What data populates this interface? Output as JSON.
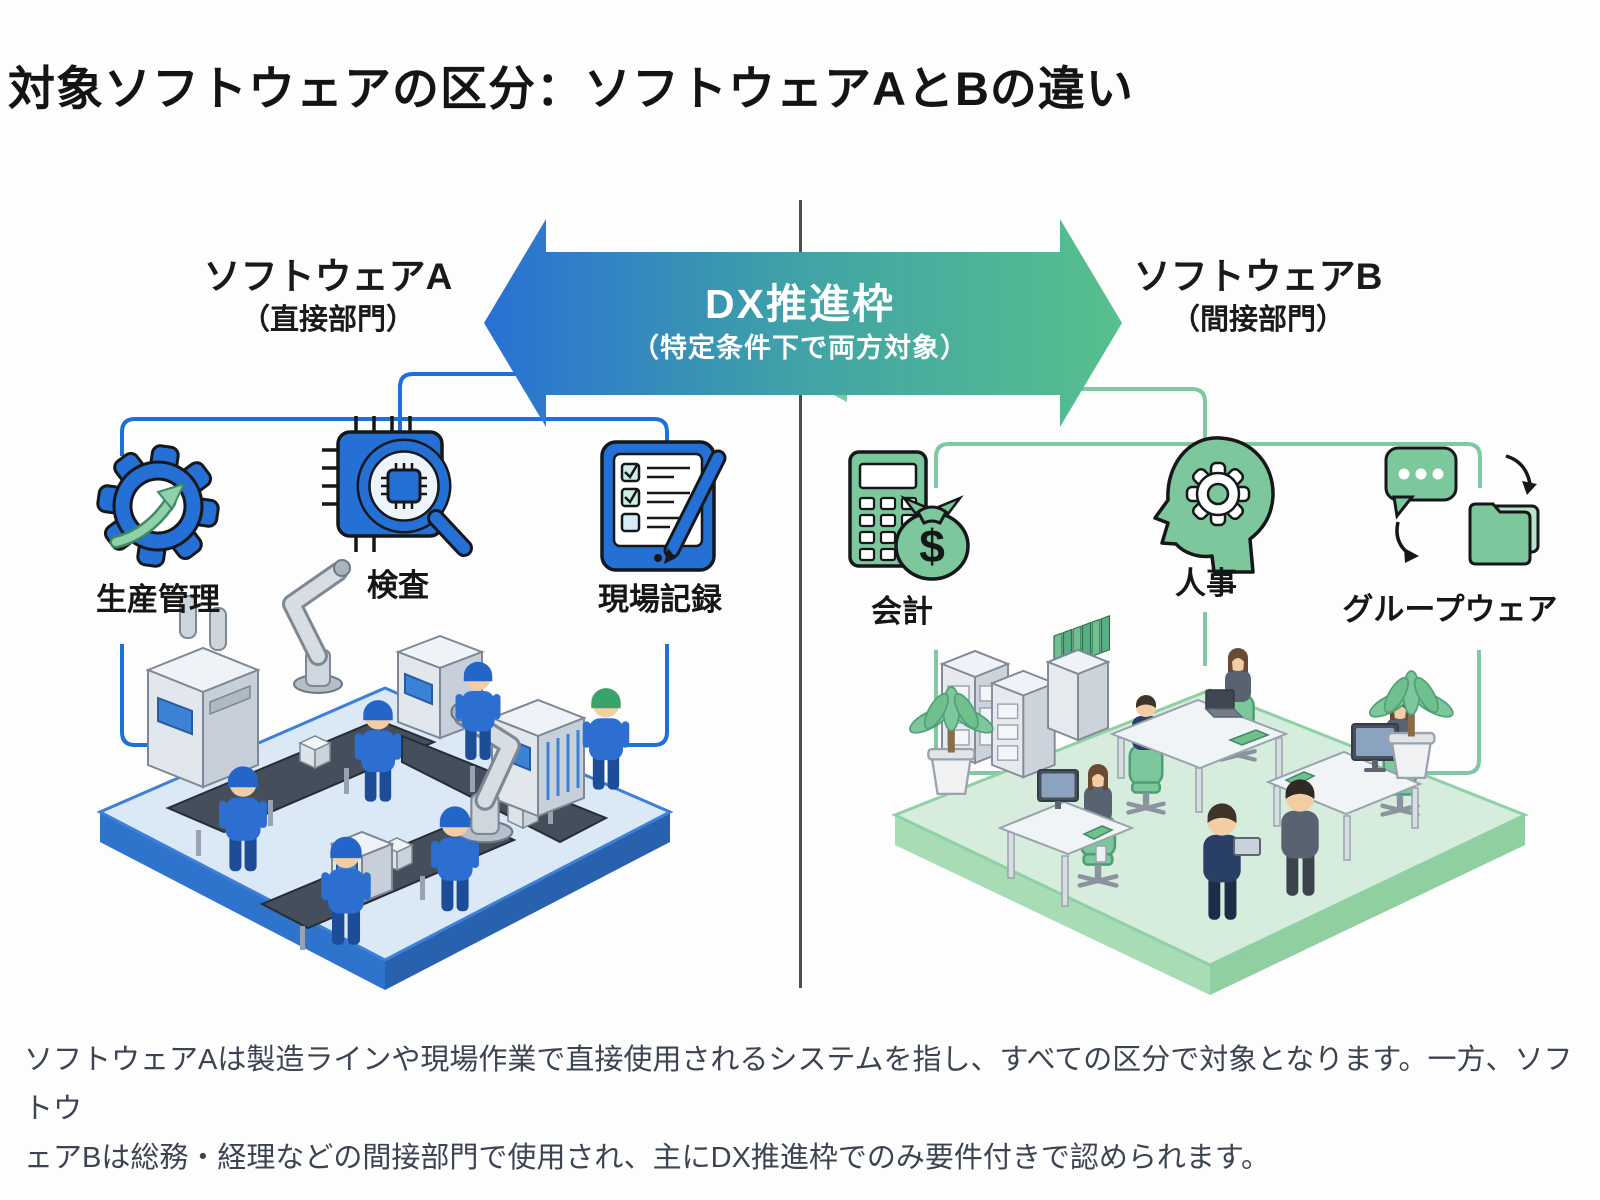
{
  "title": "対象ソフトウェアの区分：ソフトウェアAとBの違い",
  "colors": {
    "blue": "#2470d4",
    "green": "#7cc79c",
    "line_blue": "#1e6fd8",
    "line_green": "#7fc8a2",
    "arrow_blue": "#2970d4",
    "arrow_teal": "#41a3a6",
    "arrow_green": "#57c08c",
    "divider": "#4d4d4d",
    "platform_blue_top": "#dbe8f6",
    "platform_blue_side": "#2f74cc",
    "platform_green_top": "#d6ecdc",
    "platform_green_side": "#a7dcb5"
  },
  "center_arrow": {
    "title": "DX推進枠",
    "subtitle": "（特定条件下で両方対象）"
  },
  "left": {
    "heading": "ソフトウェアA",
    "subheading": "（直接部門）",
    "items": [
      {
        "label": "生産管理",
        "icon": "gear-growth-icon"
      },
      {
        "label": "検査",
        "icon": "chip-inspection-icon"
      },
      {
        "label": "現場記録",
        "icon": "tablet-checklist-icon"
      }
    ],
    "scene": "factory-illustration"
  },
  "right": {
    "heading": "ソフトウェアB",
    "subheading": "（間接部門）",
    "items": [
      {
        "label": "会計",
        "icon": "calculator-moneybag-icon",
        "symbol": "$"
      },
      {
        "label": "人事",
        "icon": "head-gear-icon"
      },
      {
        "label": "グループウェア",
        "icon": "chat-folder-sync-icon"
      }
    ],
    "scene": "office-illustration"
  },
  "footer": {
    "line1": "ソフトウェアAは製造ラインや現場作業で直接使用されるシステムを指し、すべての区分で対象となります。一方、ソフトウ",
    "line2": "ェアBは総務・経理などの間接部門で使用され、主にDX推進枠でのみ要件付きで認められます。"
  }
}
